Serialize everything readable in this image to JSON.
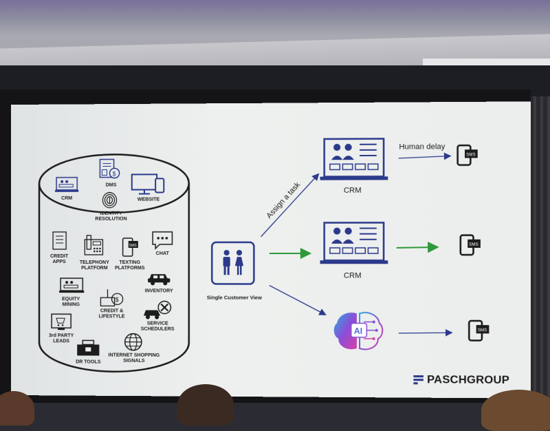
{
  "slide": {
    "database_top": {
      "crm": "CRM",
      "dms": "DMS",
      "website": "WEBSITE",
      "identity_resolution": "IDENTITY\nRESOLUTION"
    },
    "database_body": {
      "credit_apps": "CREDIT\nAPPS",
      "telephony_platform": "TELEPHONY\nPLATFORM",
      "texting_platforms": "TEXTING\nPLATFORMS",
      "chat": "CHAT",
      "equity_mining": "EQUITY\nMINING",
      "credit_lifestyle": "CREDIT &\nLIFESTYLE",
      "inventory": "INVENTORY",
      "third_party_leads": "3rd PARTY\nLEADS",
      "service_schedulers": "SERVICE\nSCHEDULERS",
      "dr_tools": "DR TOOLS",
      "internet_shopping_signals": "INTERNET SHOPPING\nSIGNALS"
    },
    "single_customer_view": "Single Customer View",
    "assign_task": "Assign a task",
    "crm_top": "CRM",
    "crm_mid": "CRM",
    "human_delay": "Human delay",
    "sms": "SMS",
    "ai_label": "AI",
    "brand": "PASCHGROUP",
    "colors": {
      "navy": "#2c3a8c",
      "green": "#2e9a3a",
      "slide_bg": "#eceeed"
    }
  }
}
